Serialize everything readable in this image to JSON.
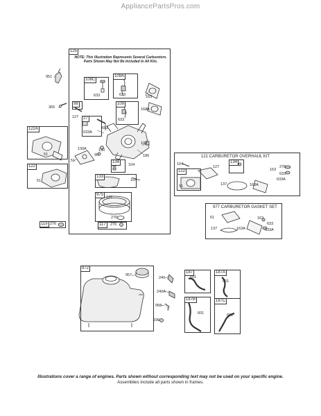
{
  "watermark": "AppliancePartsPros.com",
  "frames": {
    "f125": {
      "tag": "125",
      "note": "NOTE: This Illustration Represents Several Carburetors. Parts Shown May Not Be Included In All Kits."
    },
    "f108c": {
      "tag": "108C"
    },
    "f109a": {
      "tag": "109A"
    },
    "f98": {
      "tag": "98"
    },
    "f109": {
      "tag": "109"
    },
    "f27": {
      "tag": "27"
    },
    "f134": {
      "tag": "134"
    },
    "f133": {
      "tag": "133"
    },
    "f975": {
      "tag": "975"
    },
    "f117": {
      "tag": "117"
    },
    "f122a": {
      "tag": "122A"
    },
    "f122": {
      "tag": "122"
    },
    "f119": {
      "tag": "119"
    },
    "f121": {
      "title": "121 CARBURETOR OVERHAUL KIT"
    },
    "f121_134": {
      "tag": "134"
    },
    "f121_122": {
      "tag": "122"
    },
    "f977": {
      "title": "977 CARBURETOR GASKET SET"
    },
    "f972": {
      "tag": "972"
    },
    "f187": {
      "tag": "187"
    },
    "f187a": {
      "tag": "187A"
    },
    "f187b": {
      "tag": "187B"
    },
    "f187c": {
      "tag": "187C"
    }
  },
  "labels": {
    "l951": "951",
    "l365": "365",
    "l127": "127",
    "l633a": "633A",
    "l692": "692",
    "l633_108c": "633",
    "l633_109a": "633",
    "l163": "163",
    "l163a": "163A",
    "l633_109": "633",
    "l108": "108",
    "l130a": "130A",
    "l130": "130",
    "l95": "95",
    "l51_main": "51",
    "l186": "186",
    "l104_134": "104",
    "l104_133": "104",
    "l137": "137",
    "l276_975": "276",
    "l276_117": "276",
    "l276_119": "276",
    "l51_122a": "51",
    "l51_122": "51",
    "k104": "104",
    "k127": "127",
    "k163": "163",
    "k276": "276",
    "k633": "633",
    "k633a": "633A",
    "k51": "51",
    "k137": "137",
    "k163a": "163A",
    "g51": "51",
    "g163": "163",
    "g633": "633",
    "g137": "137",
    "g163a": "163A",
    "g633a": "633A",
    "t957": "957",
    "t240": "240",
    "t240a": "240A",
    "t958": "958",
    "t190": "190",
    "t601_187": "601",
    "t601_187a": "601",
    "t601_187b": "601",
    "t601_187c": "601"
  },
  "footer": {
    "line1": "Illustrations cover a range of engines. Parts shown without corresponding text may not be used on your specific engine.",
    "line2": "Assemblies include all parts shown in frames."
  }
}
